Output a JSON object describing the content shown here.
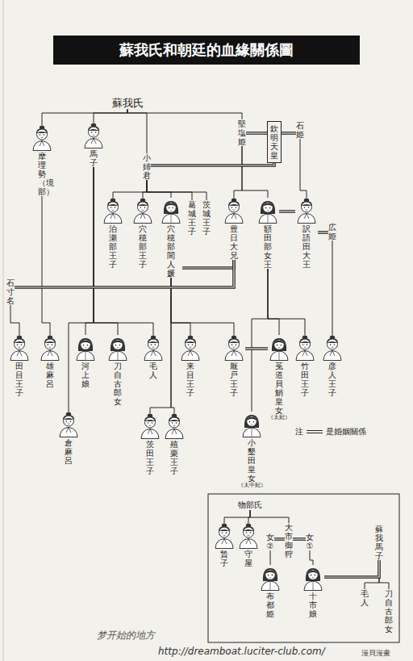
{
  "diagram": {
    "title": "蘇我氏和朝廷的血緣關係圖",
    "nodes": [
      {
        "text": [
          "蘇我氏"
        ]
      },
      {
        "text": [
          "摩理勢（境部）"
        ]
      },
      {
        "text": [
          "馬子"
        ]
      },
      {
        "text": [
          "小姉君"
        ]
      },
      {
        "text": [
          "堅塩姫"
        ]
      },
      {
        "text": [
          "欽明天皇"
        ]
      },
      {
        "text": [
          "石姫"
        ]
      },
      {
        "text": [
          "広姫"
        ]
      },
      {
        "text": [
          "泊瀬部王子"
        ]
      },
      {
        "text": [
          "穴穂部王子"
        ]
      },
      {
        "text": [
          "穴穂部間人媛"
        ]
      },
      {
        "text": [
          "葛城王子"
        ]
      },
      {
        "text": [
          "茨城王子"
        ]
      },
      {
        "text": [
          "豊日大兄"
        ]
      },
      {
        "text": [
          "額田部女王"
        ]
      },
      {
        "text": [
          "訳語田大王"
        ]
      },
      {
        "text": [
          "石寸名"
        ]
      },
      {
        "text": [
          "田目王子"
        ]
      },
      {
        "text": [
          "雄麻呂"
        ]
      },
      {
        "text": [
          "河上娘"
        ]
      },
      {
        "text": [
          "刀自古郎女"
        ]
      },
      {
        "text": [
          "毛人"
        ]
      },
      {
        "text": [
          "来目王子"
        ]
      },
      {
        "text": [
          "厩戸王子"
        ]
      },
      {
        "text": [
          "菟道貝鮹皇女",
          "（太妃）"
        ]
      },
      {
        "text": [
          "竹田王子"
        ]
      },
      {
        "text": [
          "彦人王子"
        ]
      },
      {
        "text": [
          "倉麻呂"
        ]
      },
      {
        "text": [
          "茨田王子"
        ]
      },
      {
        "text": [
          "殖栗王子"
        ]
      },
      {
        "text": [
          "小墾田皇女",
          "（太中妃）"
        ]
      },
      {
        "text": [
          "物部氏"
        ]
      },
      {
        "text": [
          "贄子"
        ]
      },
      {
        "text": [
          "守屋"
        ]
      },
      {
        "text": [
          "大市御狩"
        ]
      },
      {
        "text": [
          "女",
          "②"
        ]
      },
      {
        "text": [
          "女",
          "①"
        ]
      },
      {
        "text": [
          "布都姫"
        ]
      },
      {
        "text": [
          "十市娘"
        ]
      },
      {
        "text": [
          "蘇我馬子"
        ]
      },
      {
        "text": [
          "毛人"
        ]
      },
      {
        "text": [
          "刀自古郎女"
        ]
      }
    ],
    "edges": [
      {
        "from": 0,
        "to": 1,
        "arrow": "none"
      },
      {
        "from": 0,
        "to": 2,
        "arrow": "none"
      },
      {
        "from": 0,
        "to": 3,
        "arrow": "none"
      },
      {
        "from": 0,
        "to": 4,
        "arrow": "none"
      },
      {
        "from": 3,
        "to": 5,
        "arrow": "none"
      },
      {
        "from": 4,
        "to": 5,
        "arrow": "none"
      },
      {
        "from": 6,
        "to": 5,
        "arrow": "none"
      },
      {
        "from": 3,
        "to": 8,
        "arrow": "none"
      },
      {
        "from": 3,
        "to": 9,
        "arrow": "none"
      },
      {
        "from": 3,
        "to": 10,
        "arrow": "none"
      },
      {
        "from": 3,
        "to": 11,
        "arrow": "none"
      },
      {
        "from": 3,
        "to": 12,
        "arrow": "none"
      },
      {
        "from": 4,
        "to": 13,
        "arrow": "none"
      },
      {
        "from": 4,
        "to": 14,
        "arrow": "none"
      },
      {
        "from": 6,
        "to": 15,
        "arrow": "none"
      },
      {
        "from": 15,
        "to": 7,
        "arrow": "none"
      },
      {
        "from": 7,
        "to": 26,
        "arrow": "none"
      },
      {
        "from": 15,
        "to": 14,
        "arrow": "none"
      },
      {
        "from": 14,
        "to": 24,
        "arrow": "none"
      },
      {
        "from": 14,
        "to": 25,
        "arrow": "none"
      },
      {
        "from": 14,
        "to": 30,
        "arrow": "none"
      },
      {
        "from": 10,
        "to": 13,
        "arrow": "none"
      },
      {
        "from": 13,
        "to": 16,
        "arrow": "none"
      },
      {
        "from": 16,
        "to": 17,
        "arrow": "none"
      },
      {
        "from": 10,
        "to": 22,
        "arrow": "none"
      },
      {
        "from": 10,
        "to": 23,
        "arrow": "none"
      },
      {
        "from": 10,
        "to": 28,
        "arrow": "none"
      },
      {
        "from": 10,
        "to": 29,
        "arrow": "none"
      },
      {
        "from": 1,
        "to": 18,
        "arrow": "none"
      },
      {
        "from": 2,
        "to": 19,
        "arrow": "none"
      },
      {
        "from": 2,
        "to": 20,
        "arrow": "none"
      },
      {
        "from": 2,
        "to": 21,
        "arrow": "none"
      },
      {
        "from": 2,
        "to": 27,
        "arrow": "none"
      },
      {
        "from": 23,
        "to": 24,
        "arrow": "none"
      },
      {
        "from": 31,
        "to": 32,
        "arrow": "none"
      },
      {
        "from": 31,
        "to": 33,
        "arrow": "none"
      },
      {
        "from": 31,
        "to": 34,
        "arrow": "none"
      },
      {
        "from": 34,
        "to": 35,
        "arrow": "none"
      },
      {
        "from": 34,
        "to": 36,
        "arrow": "none"
      },
      {
        "from": 35,
        "to": 37,
        "arrow": "none"
      },
      {
        "from": 36,
        "to": 38,
        "arrow": "none"
      },
      {
        "from": 38,
        "to": 39,
        "arrow": "none"
      },
      {
        "from": 39,
        "to": 40,
        "arrow": "none"
      },
      {
        "from": 39,
        "to": 41,
        "arrow": "none"
      }
    ],
    "labels": [
      "注",
      "梦开始的地方",
      "http://dreamboat.luciter-club.com/",
      "漫貝漫畫"
    ],
    "legend": [
      {
        "text": "是婚姻關係"
      }
    ]
  }
}
